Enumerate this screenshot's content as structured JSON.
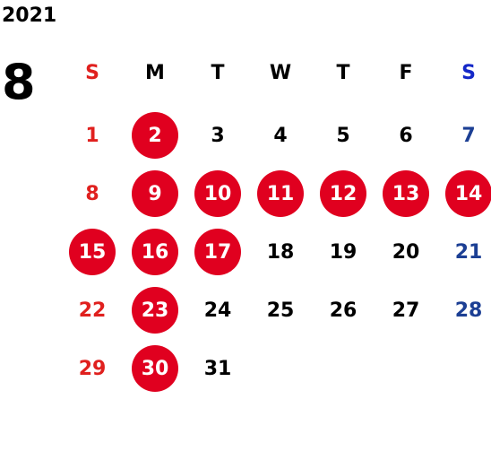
{
  "year": "2021",
  "month": "8",
  "colors": {
    "holiday_circle": "#e0001f",
    "sunday": "#e0201e",
    "saturday": "#1c3f94"
  },
  "weekdays": [
    "S",
    "M",
    "T",
    "W",
    "T",
    "F",
    "S"
  ],
  "weeks": [
    [
      {
        "day": "1",
        "highlighted": false
      },
      {
        "day": "2",
        "highlighted": true
      },
      {
        "day": "3",
        "highlighted": false
      },
      {
        "day": "4",
        "highlighted": false
      },
      {
        "day": "5",
        "highlighted": false
      },
      {
        "day": "6",
        "highlighted": false
      },
      {
        "day": "7",
        "highlighted": false
      }
    ],
    [
      {
        "day": "8",
        "highlighted": false
      },
      {
        "day": "9",
        "highlighted": true
      },
      {
        "day": "10",
        "highlighted": true
      },
      {
        "day": "11",
        "highlighted": true
      },
      {
        "day": "12",
        "highlighted": true
      },
      {
        "day": "13",
        "highlighted": true
      },
      {
        "day": "14",
        "highlighted": true
      }
    ],
    [
      {
        "day": "15",
        "highlighted": true
      },
      {
        "day": "16",
        "highlighted": true
      },
      {
        "day": "17",
        "highlighted": true
      },
      {
        "day": "18",
        "highlighted": false
      },
      {
        "day": "19",
        "highlighted": false
      },
      {
        "day": "20",
        "highlighted": false
      },
      {
        "day": "21",
        "highlighted": false
      }
    ],
    [
      {
        "day": "22",
        "highlighted": false
      },
      {
        "day": "23",
        "highlighted": true
      },
      {
        "day": "24",
        "highlighted": false
      },
      {
        "day": "25",
        "highlighted": false
      },
      {
        "day": "26",
        "highlighted": false
      },
      {
        "day": "27",
        "highlighted": false
      },
      {
        "day": "28",
        "highlighted": false
      }
    ],
    [
      {
        "day": "29",
        "highlighted": false
      },
      {
        "day": "30",
        "highlighted": true
      },
      {
        "day": "31",
        "highlighted": false
      }
    ]
  ]
}
